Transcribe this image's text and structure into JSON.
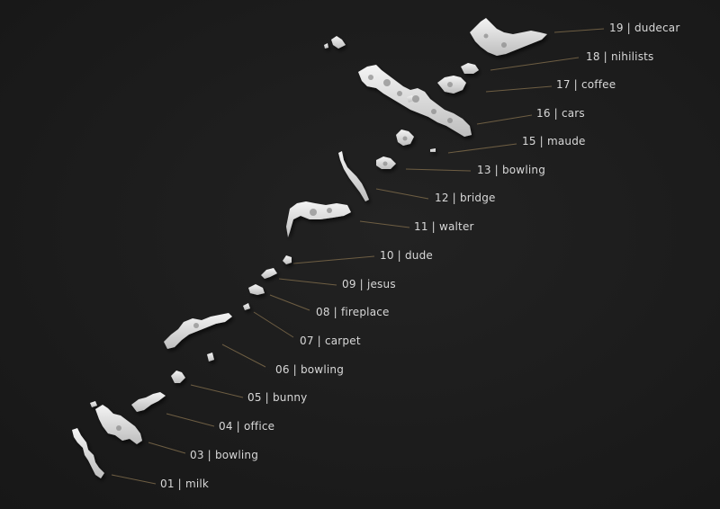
{
  "colors": {
    "background": "#1c1c1c",
    "leader_line": "#6e5e43",
    "label_text": "#d8d8d8",
    "island": "#e8e8e8"
  },
  "labels": {
    "l01": "01 | milk",
    "l03": "03 | bowling",
    "l04": "04 | office",
    "l05": "05 | bunny",
    "l06": "06 | bowling",
    "l07": "07 | carpet",
    "l08": "08 | fireplace",
    "l09": "09 | jesus",
    "l10": "10 | dude",
    "l11": "11 | walter",
    "l12": "12 | bridge",
    "l13": "13 | bowling",
    "l15": "15 | maude",
    "l16": "16 | cars",
    "l17": "17 | coffee",
    "l18": "18 | nihilists",
    "l19": "19 | dudecar"
  }
}
